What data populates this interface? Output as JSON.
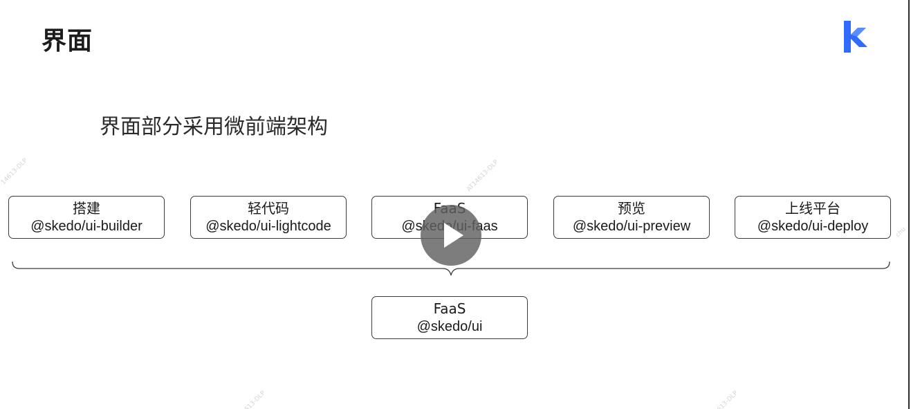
{
  "slide": {
    "title": "界面",
    "subtitle": "界面部分采用微前端架构"
  },
  "modules": [
    {
      "name": "搭建",
      "package": "@skedo/ui-builder"
    },
    {
      "name": "轻代码",
      "package": "@skedo/ui-lightcode"
    },
    {
      "name": "FaaS",
      "package": "@skedo/ui-faas"
    },
    {
      "name": "预览",
      "package": "@skedo/ui-preview"
    },
    {
      "name": "上线平台",
      "package": "@skedo/ui-deploy"
    }
  ],
  "base_module": {
    "name": "FaaS",
    "package": "@skedo/ui"
  },
  "watermarks": [
    "14613-DLP",
    "AT14613-DLP",
    "613-DLP",
    "613-DLP",
    "chu"
  ],
  "colors": {
    "logo": "#2f6bff",
    "play_overlay": "#606060"
  },
  "icons": {
    "logo": "k-logo-icon",
    "play": "play-icon"
  }
}
